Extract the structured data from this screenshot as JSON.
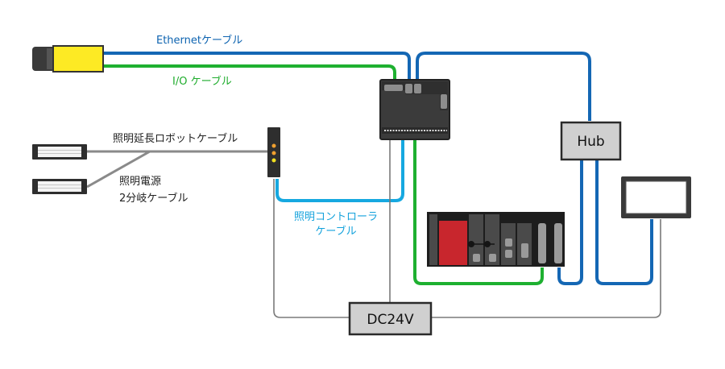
{
  "diagram": {
    "title": "",
    "colors": {
      "ethernet": "#1467b4",
      "io": "#1eb030",
      "lighting_controller": "#16a8e0",
      "gray_cable": "#8a8a8a",
      "power": "#7a7a7a",
      "device_dark": "#2e2e2e",
      "camera_yellow": "#fdea24",
      "plc_cpu_red": "#c8262d",
      "box_fill": "#d0d0d0"
    },
    "labels": {
      "ethernet_cable": "Ethernetケーブル",
      "io_cable": "I/O ケーブル",
      "light_extension_cable": "照明延長ロボットケーブル",
      "light_power_split_line1": "照明電源",
      "light_power_split_line2": "2分岐ケーブル",
      "light_controller_cable_line1": "照明コントローラ",
      "light_controller_cable_line2": "ケーブル"
    },
    "nodes": {
      "hub": "Hub",
      "power_supply": "DC24V",
      "camera": "vision-sensor",
      "controller": "vision-controller",
      "light_controller": "lighting-controller",
      "light1": "bar-light-1",
      "light2": "bar-light-2",
      "plc": "plc",
      "monitor": "touch-panel-monitor"
    },
    "led_colors": [
      "#f0a030",
      "#f0a030",
      "#f2e020"
    ]
  }
}
